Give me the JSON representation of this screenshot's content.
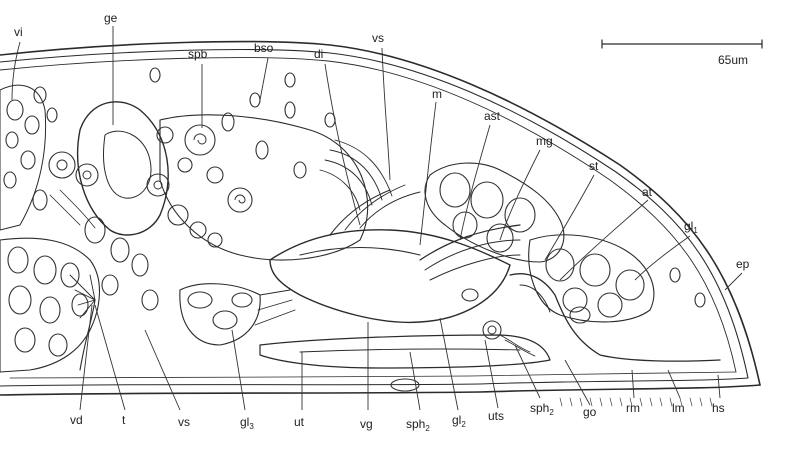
{
  "scale_bar": {
    "label": "65um"
  },
  "labels": {
    "vi": "vi",
    "ge": "ge",
    "spb": "spb",
    "bso": "bso",
    "di": "di",
    "vs_top": "vs",
    "m": "m",
    "ast": "ast",
    "mg": "mg",
    "st": "st",
    "at": "at",
    "gl1_base": "gl",
    "gl1_sub": "1",
    "ep": "ep",
    "vd": "vd",
    "t": "t",
    "vs_bottom": "vs",
    "gl3_base": "gl",
    "gl3_sub": "3",
    "ut": "ut",
    "vg": "vg",
    "sph2a_base": "sph",
    "sph2a_sub": "2",
    "gl2_base": "gl",
    "gl2_sub": "2",
    "uts": "uts",
    "sph2b_base": "sph",
    "sph2b_sub": "2",
    "go": "go",
    "rm": "rm",
    "lm": "lm",
    "hs": "hs"
  },
  "colors": {
    "ink": "#2b2b2b",
    "stipple": "#6a6a6a",
    "background": "#ffffff"
  }
}
